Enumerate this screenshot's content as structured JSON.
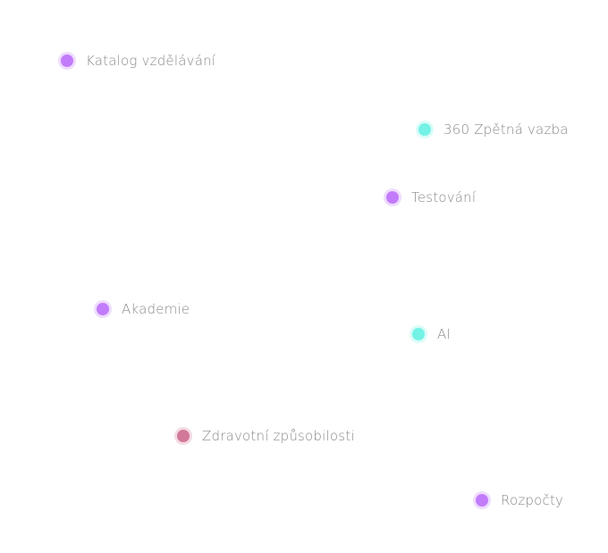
{
  "colors": {
    "purple": "#c27cfb",
    "cyan": "#74f2e6",
    "pink": "#d27898"
  },
  "items": [
    {
      "label": "Katalog vzdělávání",
      "color": "#c27cfb"
    },
    {
      "label": "360 Zpětná vazba",
      "color": "#74f2e6"
    },
    {
      "label": "Testování",
      "color": "#c27cfb"
    },
    {
      "label": "Akademie",
      "color": "#c27cfb"
    },
    {
      "label": "AI",
      "color": "#74f2e6"
    },
    {
      "label": "Zdravotní způsobilosti",
      "color": "#d27898"
    },
    {
      "label": "Rozpočty",
      "color": "#c27cfb"
    }
  ]
}
